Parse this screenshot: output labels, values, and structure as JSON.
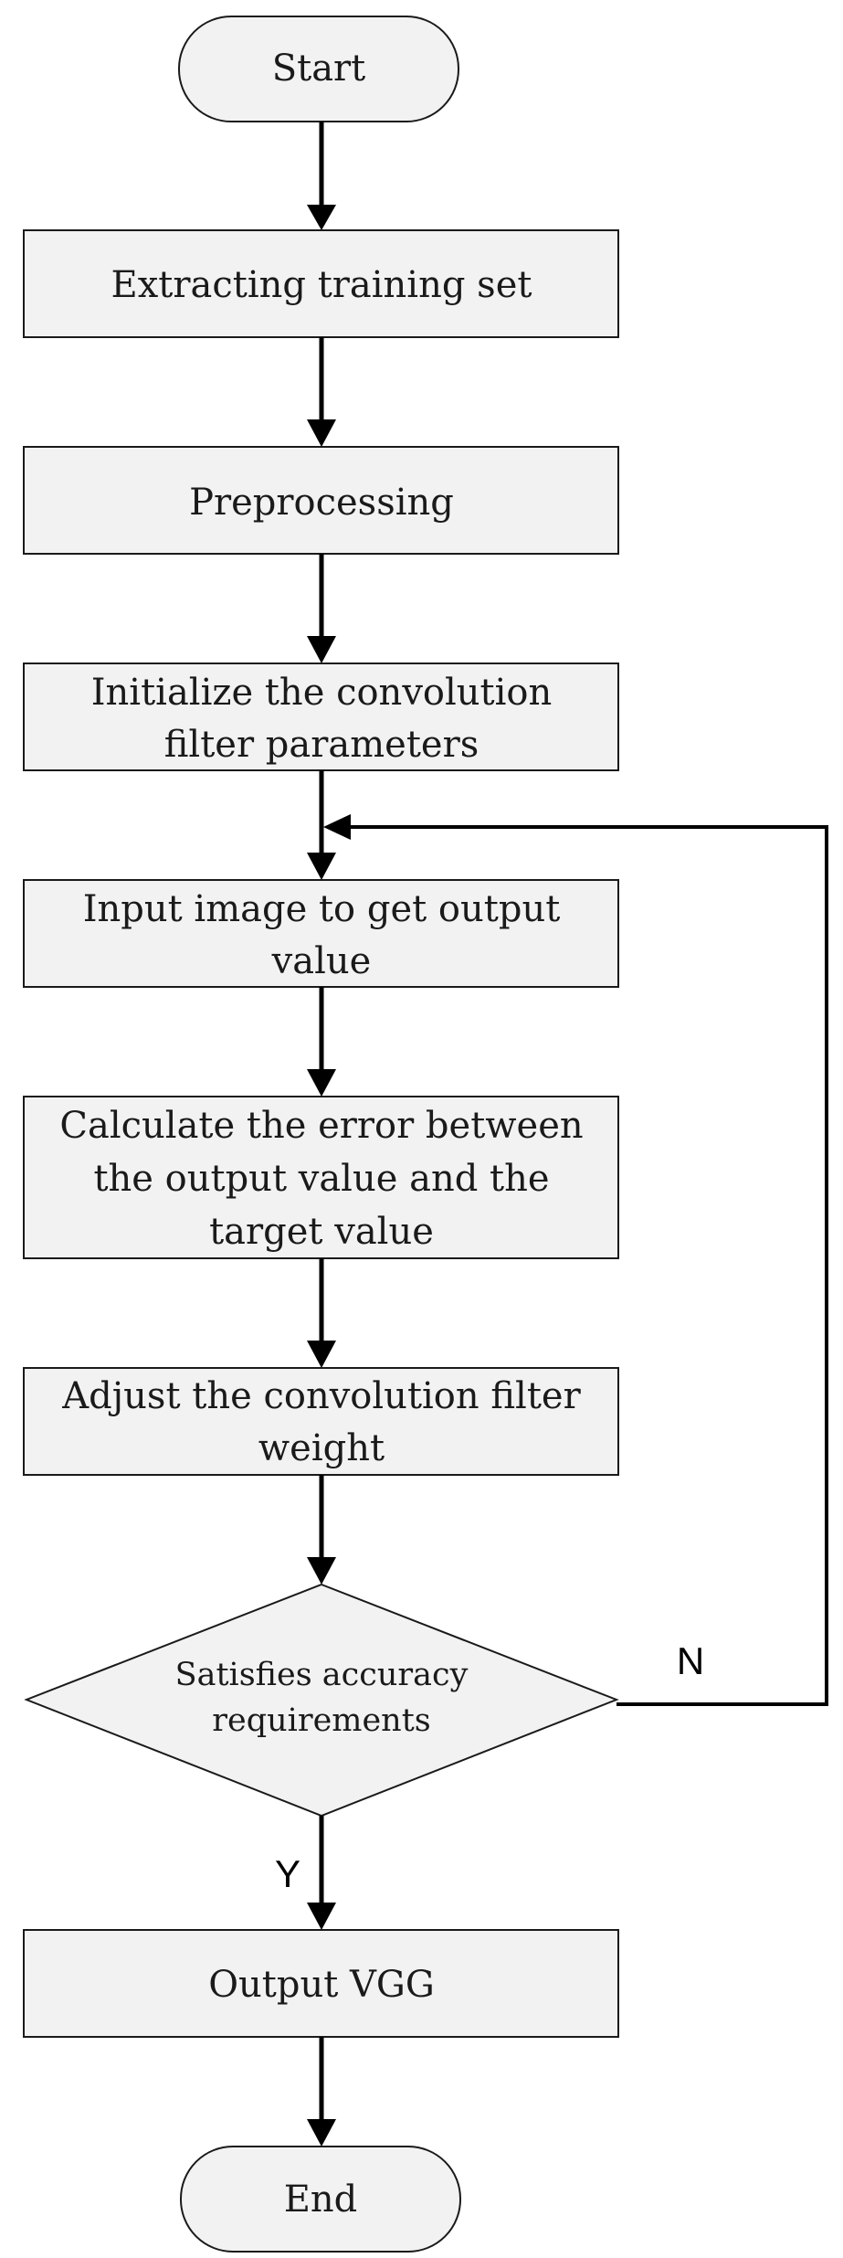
{
  "flowchart": {
    "start": "Start",
    "steps": {
      "extract": "Extracting training set",
      "preprocess": "Preprocessing",
      "init_line1": "Initialize the convolution",
      "init_line2": "filter parameters",
      "input_line1": "Input image to get output",
      "input_line2": "value",
      "calc_line1": "Calculate the error between",
      "calc_line2": "the output value and the",
      "calc_line3": "target value",
      "adjust_line1": "Adjust the convolution filter",
      "adjust_line2": "weight"
    },
    "decision_line1": "Satisfies accuracy",
    "decision_line2": "requirements",
    "yes_label": "Y",
    "no_label": "N",
    "output": "Output VGG",
    "end": "End"
  }
}
